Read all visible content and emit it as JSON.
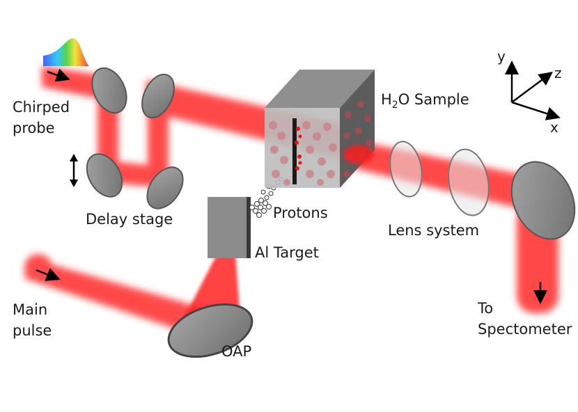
{
  "labels": {
    "chirped_probe": [
      "Chirped",
      "probe"
    ],
    "delay_stage": "Delay stage",
    "h2o_sample": {
      "prefix": "H",
      "subscript": "2",
      "suffix": "O Sample"
    },
    "protons": "Protons",
    "al_target": "Al Target",
    "lens_system": "Lens system",
    "main_pulse": [
      "Main",
      "pulse"
    ],
    "oap": "OAP",
    "to_spectometer": [
      "To",
      "Spectometer"
    ]
  },
  "axes": {
    "y": "y",
    "z": "z",
    "x": "x"
  },
  "colors": {
    "beam": "#ff2a2a",
    "mirror": "#8c8c8c",
    "mirror_edge": "#4a4a4a",
    "cube_front": "#bdbdbd",
    "cube_side": "#5c5c5c",
    "cube_top": "#8f8f8f",
    "water": "#c9868a"
  }
}
